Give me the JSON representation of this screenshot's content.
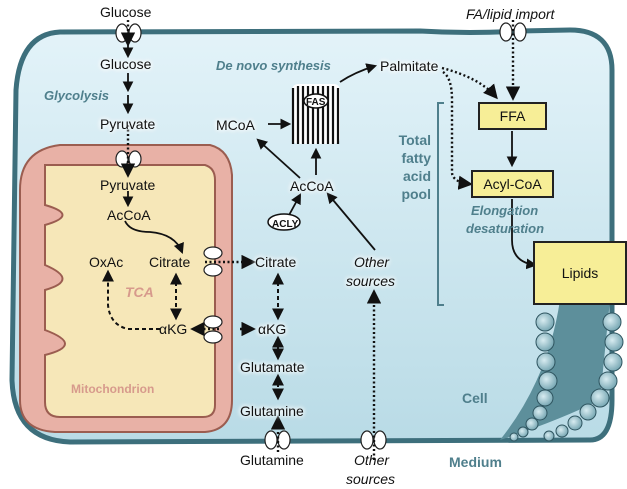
{
  "labels": {
    "glucose_outside": "Glucose",
    "glucose_inside": "Glucose",
    "glycolysis": "Glycolysis",
    "pyruvate_cyto": "Pyruvate",
    "pyruvate_mito": "Pyruvate",
    "accoa_mito": "AcCoA",
    "oxac": "OxAc",
    "citrate_mito": "Citrate",
    "tca": "TCA",
    "akg_mito": "αKG",
    "mitochondrion": "Mitochondrion",
    "citrate_cyto": "Citrate",
    "akg_cyto": "αKG",
    "glutamate": "Glutamate",
    "glutamine_cyto": "Glutamine",
    "glutamine_outside": "Glutamine",
    "de_novo": "De novo synthesis",
    "mcoa": "MCoA",
    "fas": "FAS",
    "accoa_cyto": "AcCoA",
    "acly": "ACLY",
    "other_sources_cyto": [
      "Other",
      "sources"
    ],
    "other_sources_outside": [
      "Other",
      "sources"
    ],
    "palmitate": "Palmitate",
    "fa_import": "FA/lipid import",
    "total_pool": [
      "Total",
      "fatty",
      "acid",
      "pool"
    ],
    "ffa": "FFA",
    "acyl_coa": "Acyl-CoA",
    "elongation": [
      "Elongation",
      "desaturation"
    ],
    "lipids": "Lipids",
    "cell": "Cell",
    "medium": "Medium"
  },
  "colors": {
    "cytoplasm": "#d9eef6",
    "membrane": "#3d6f7c",
    "mito_outer": "#e8b1a6",
    "mito_matrix": "#f6e7b8",
    "box_fill": "#f7ee97",
    "teal_text": "#4f7f8c"
  }
}
